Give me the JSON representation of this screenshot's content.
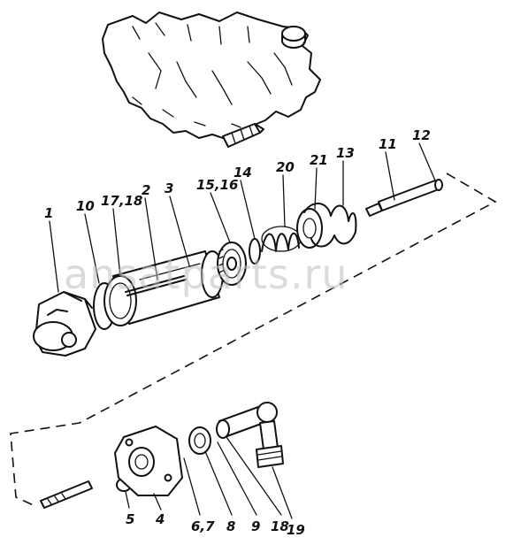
{
  "watermark": "ansatparts.ru",
  "callouts": {
    "c1": "1",
    "c10": "10",
    "c17_18": "17,18",
    "c2": "2",
    "c3": "3",
    "c15_16": "15,16",
    "c14": "14",
    "c20": "20",
    "c21": "21",
    "c13": "13",
    "c11": "11",
    "c12": "12",
    "c5": "5",
    "c4": "4",
    "c6_7": "6,7",
    "c8": "8",
    "c9": "9",
    "c18": "18",
    "c19": "19"
  }
}
